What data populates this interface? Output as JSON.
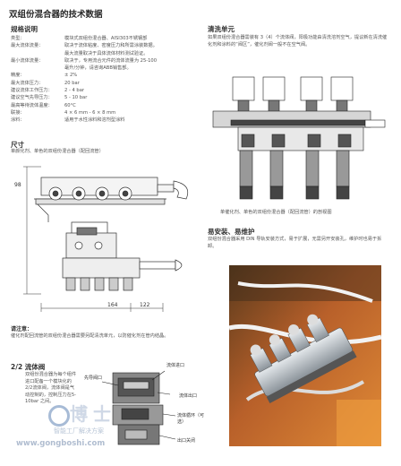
{
  "title": "双组份混合器的技术数据",
  "specs": {
    "heading": "规格说明",
    "rows": [
      {
        "k": "类型：",
        "v": "模块式双组份混合器、AISI303不锈钢部"
      },
      {
        "k": "最大流体流量：",
        "v": "取决于流体粘度、密度压力和所需涂装数据。"
      },
      {
        "k": "",
        "v": "最大流量取决于具体流体材料测试验证。"
      },
      {
        "k": "最小流体流量：",
        "v": "取决于，专用流合元件的流体流量为 25-100"
      },
      {
        "k": "",
        "v": "毫升/分钟，请咨询ABB销售部。"
      },
      {
        "k": "精度：",
        "v": "± 2%"
      },
      {
        "k": "最大流体压力：",
        "v": "20 bar"
      },
      {
        "k": "建议流体工作压力：",
        "v": "2 - 4 bar"
      },
      {
        "k": "建议空气先导压力：",
        "v": "5 - 10 bar"
      },
      {
        "k": "最高等待流体温度：",
        "v": "60°C"
      },
      {
        "k": "联接：",
        "v": "4 × 6 mm - 6 × 8 mm"
      },
      {
        "k": "涂料：",
        "v": "适用于水性涂料和溶剂型涂料"
      }
    ]
  },
  "dimensions": {
    "heading": "尺寸",
    "subtitle": "单颜化剂、单色的双组份混合器（配回流管）",
    "dim_98": "98",
    "dim_164": "164",
    "dim_122": "122"
  },
  "notes": {
    "heading": "请注意：",
    "text": "催化剂配回流管的双组份混合器需要另配清洗单元，以防催化剂在管内结晶。"
  },
  "valve": {
    "heading": "2/2 流体阀",
    "text": "双组份混合器为每个组件进口配备一个模块化的2/2流体阀，流体阀是气动控制的，控制压力在5-10bar 之间。",
    "labels": {
      "fluid_in": "流体进口",
      "pilot_air": "先导阀口",
      "fluid_out": "流体出口",
      "fluid_return": "流体循环（可选）",
      "outlet": "出口关闭"
    }
  },
  "cleaning": {
    "heading": "清洗单元",
    "text": "如果双组份混合器需装有 3（4）个流体阀，阳极功能由清洗溶剂空气，提议新在清洗催化剂和涂料的“阀区”，催化剂阀一般不在空气阀。",
    "caption": "单催化剂、单色的双组份混合器（配回流管）的剖视图"
  },
  "install": {
    "heading": "易安装、易维护",
    "text": "双组份混合器采用 DIN 导轨安装方式，易于扩展，无需另开安装孔，维护时也易于拆卸。"
  },
  "watermark": {
    "text_cn": "博士",
    "sub": "智能工厂解决方案",
    "url": "www.gongboshi.com"
  },
  "colors": {
    "photo_orange": "#d9772a",
    "steel": "#b7bdc3",
    "dark": "#3a3a3a"
  }
}
